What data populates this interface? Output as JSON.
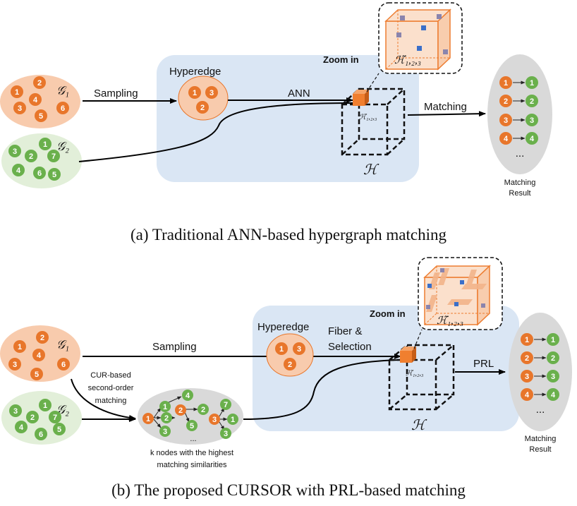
{
  "captions": {
    "a": "(a) Traditional ANN-based hypergraph matching",
    "b": "(b) The proposed CURSOR with PRL-based matching"
  },
  "labels": {
    "g1": "𝒢₁",
    "g2": "𝒢₂",
    "sampling": "Sampling",
    "hyperedge": "Hyperedge",
    "ann": "ANN",
    "zoom_in": "Zoom in",
    "matching": "Matching",
    "matching_result_l1": "Matching",
    "matching_result_l2": "Result",
    "tensor": "ℋ",
    "sub_tensor": "ℋ̃₁,₂,₃",
    "cur_l1": "CUR-based",
    "cur_l2": "second-order",
    "cur_l3": "matching",
    "knodes_l1": "k nodes with the highest",
    "knodes_l2": "matching similarities",
    "fiber_l1": "Fiber &",
    "fiber_l2": "Selection",
    "prl": "PRL",
    "ellipsis": "..."
  },
  "graph1_nodes": [
    "1",
    "2",
    "4",
    "3",
    "5",
    "6"
  ],
  "graph2_nodes": [
    "1",
    "3",
    "2",
    "7",
    "4",
    "6",
    "5"
  ],
  "hyperedge_nodes": [
    "1",
    "3",
    "2"
  ],
  "match_pairs": [
    [
      "1",
      "1"
    ],
    [
      "2",
      "2"
    ],
    [
      "3",
      "3"
    ],
    [
      "4",
      "4"
    ]
  ],
  "knn_groups": [
    {
      "src": "1",
      "dst": [
        "4",
        "1",
        "2",
        "3"
      ]
    },
    {
      "src": "2",
      "dst": [
        "4",
        "2",
        "5",
        "3"
      ]
    },
    {
      "src": "3",
      "dst": [
        "7",
        "1",
        "3"
      ]
    }
  ],
  "colors": {
    "orange_node": "#e8762b",
    "green_node": "#6ab04c",
    "orange_fill": "#f8cbad",
    "green_fill": "#e2efd9",
    "blue_panel": "#dae6f4",
    "grey_result": "#d9d9d9",
    "zoom_face": "#fbe0cc",
    "zoom_edge": "#ed7d31",
    "cube_orange": "#f07f2f",
    "cube_blue": "#3a6fc9",
    "cube_purple": "#8a84ad"
  }
}
